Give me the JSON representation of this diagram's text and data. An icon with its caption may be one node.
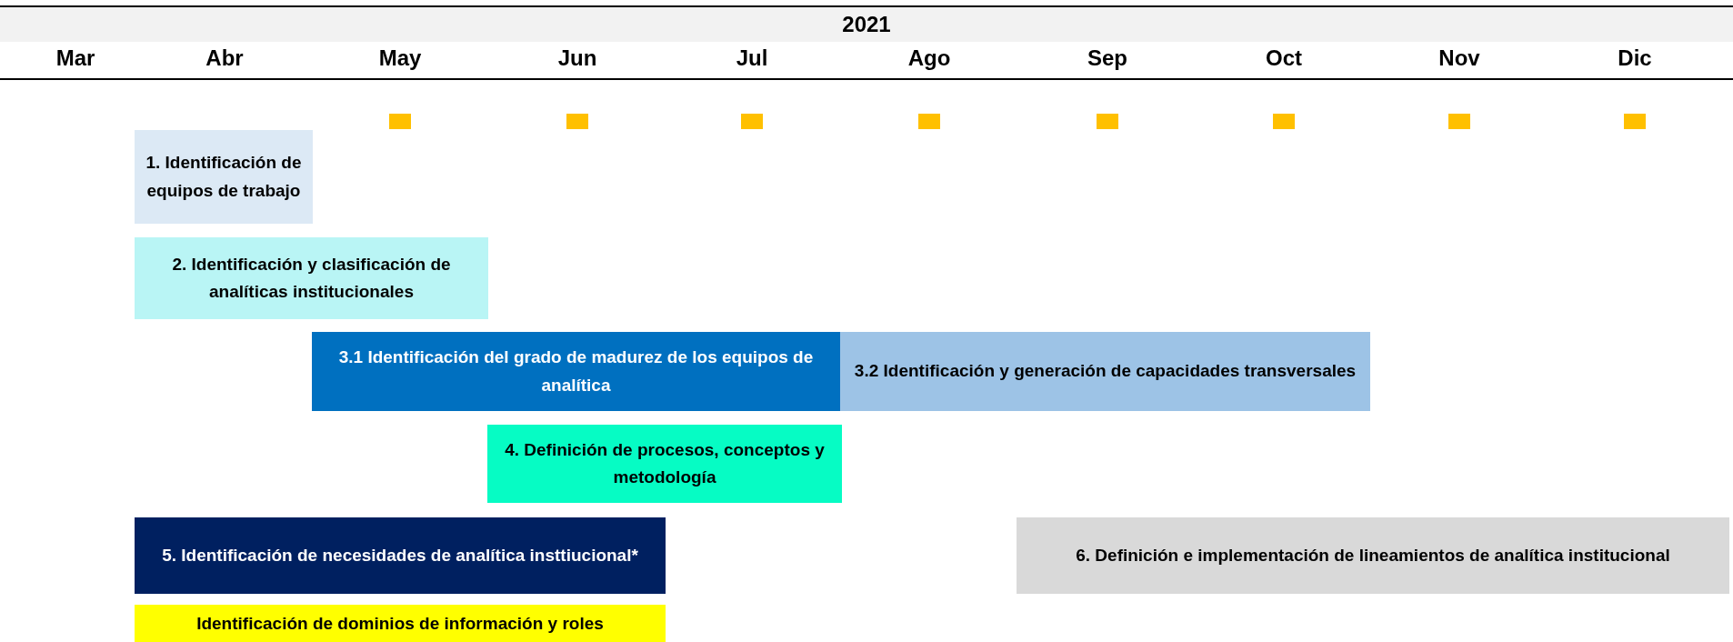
{
  "diagram": {
    "title": "2021",
    "labels": [
      "Mar",
      "Abr",
      "May",
      "Jun",
      "Jul",
      "Ago",
      "Sep",
      "Oct",
      "Nov",
      "Dic"
    ],
    "nodes": [
      {
        "text": [
          "1. Identificación de equipos de trabajo"
        ]
      },
      {
        "text": [
          "2. Identificación y clasificación de analíticas institucionales"
        ]
      },
      {
        "text": [
          "3.1 Identificación del grado de madurez de los equipos de analítica"
        ]
      },
      {
        "text": [
          "3.2  Identificación y generación de capacidades transversales"
        ]
      },
      {
        "text": [
          "4. Definición de procesos, conceptos y metodología"
        ]
      },
      {
        "text": [
          "5. Identificación de necesidades de analítica insttiucional*"
        ]
      },
      {
        "text": [
          "6. Definición e implementación de lineamientos de analítica institucional"
        ]
      },
      {
        "text": [
          "Identificación de dominios de información y roles"
        ]
      }
    ]
  }
}
